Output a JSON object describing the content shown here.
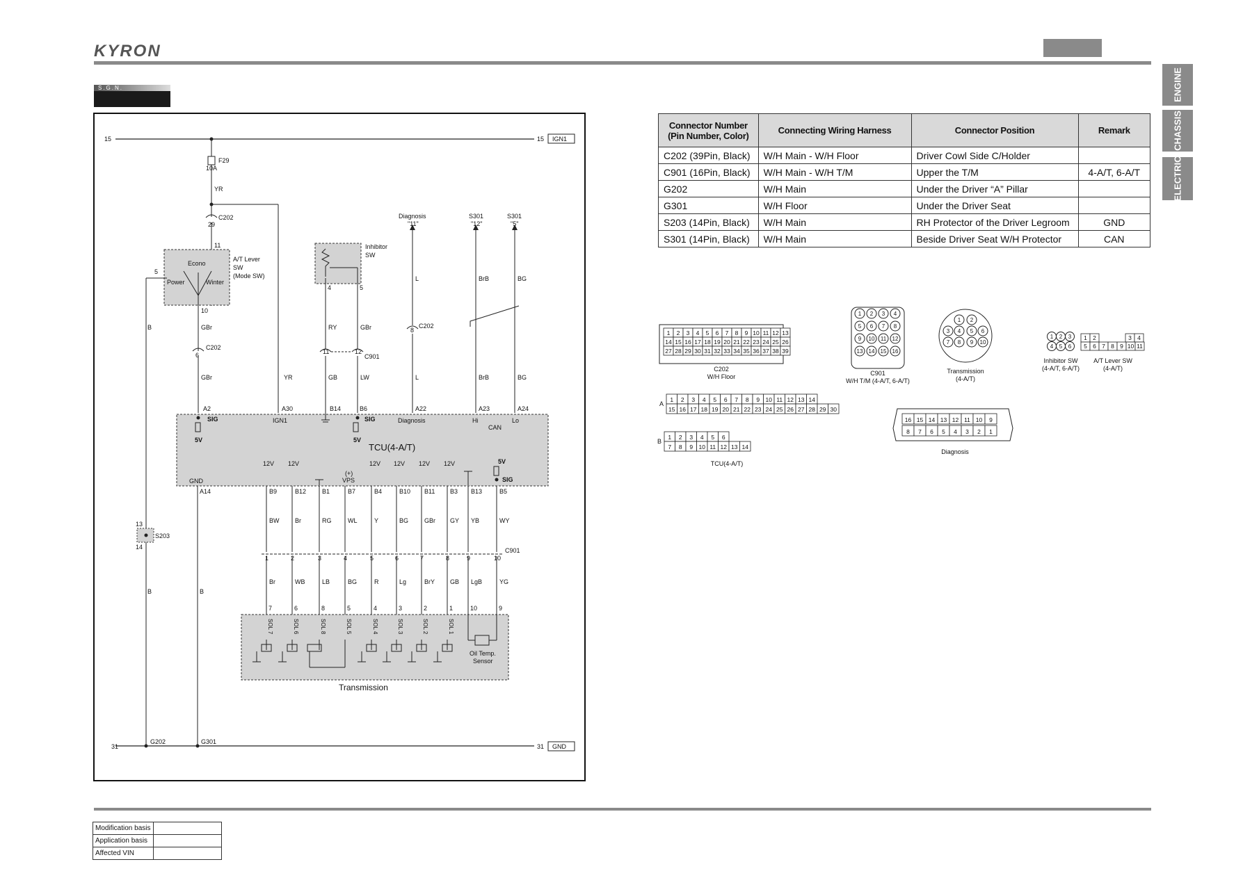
{
  "header": {
    "brand": "KYRON",
    "tag": "S.G.N."
  },
  "side_tabs": [
    "ENGINE",
    "CHASSIS",
    "ELECTRIC"
  ],
  "connector_table": {
    "headers": [
      "Connector Number (Pin Number, Color)",
      "Connecting Wiring Harness",
      "Connector Position",
      "Remark"
    ],
    "rows": [
      [
        "C202 (39Pin, Black)",
        "W/H Main - W/H Floor",
        "Driver Cowl Side C/Holder",
        ""
      ],
      [
        "C901 (16Pin, Black)",
        "W/H Main - W/H T/M",
        "Upper the T/M",
        "4-A/T, 6-A/T"
      ],
      [
        "G202",
        "W/H Main",
        "Under the Driver “A” Pillar",
        ""
      ],
      [
        "G301",
        "W/H Floor",
        "Under the Driver Seat",
        ""
      ],
      [
        "S203 (14Pin, Black)",
        "W/H Main",
        "RH Protector of the Driver Legroom",
        "GND"
      ],
      [
        "S301 (14Pin, Black)",
        "W/H Main",
        "Beside Driver Seat W/H Protector",
        "CAN"
      ]
    ]
  },
  "schematic": {
    "rail_top": {
      "num": "15",
      "label": "IGN1"
    },
    "rail_bottom": {
      "num": "31",
      "label": "GND"
    },
    "fuse": {
      "name": "F29",
      "rating": "10A"
    },
    "at_lever": {
      "title": [
        "A/T Lever",
        "SW",
        "(Mode SW)"
      ],
      "econo": "Econo",
      "power": "Power",
      "winter": "Winter"
    },
    "inhibitor": {
      "title": [
        "Inhibitor",
        "SW"
      ]
    },
    "diag_ref": [
      "Diagnosis",
      "\"11\""
    ],
    "s301_hi": [
      "S301",
      "\"12\""
    ],
    "s301_lo": [
      "S301",
      "\"5\""
    ],
    "tcu": {
      "title": "TCU(4-A/T)",
      "gnd": "GND",
      "ign1": "IGN1",
      "diagnosis": "Diagnosis",
      "hi": "Hi",
      "lo": "Lo",
      "can": "CAN",
      "vps": [
        "(+)",
        "VPS"
      ]
    },
    "transmission_title": "Transmission",
    "oil_sensor": [
      "Oil Temp.",
      "Sensor"
    ],
    "top_pins": [
      "A2",
      "A30",
      "B14",
      "B6",
      "A22",
      "A23",
      "A24"
    ],
    "bottom_pins": [
      "B9",
      "B12",
      "B1",
      "B7",
      "B4",
      "B10",
      "B11",
      "B3",
      "B13",
      "B5"
    ],
    "wires_upper": [
      "BW",
      "Br",
      "RG",
      "WL",
      "Y",
      "BG",
      "GBr",
      "GY",
      "YB",
      "WY"
    ],
    "wires_lower": [
      "Br",
      "WB",
      "LB",
      "BG",
      "R",
      "Lg",
      "BrY",
      "GB",
      "LgB",
      "YG"
    ],
    "c901_pins": [
      "1",
      "2",
      "3",
      "4",
      "5",
      "6",
      "7",
      "8",
      "9",
      "10"
    ],
    "tm_pins": [
      "7",
      "6",
      "8",
      "5",
      "4",
      "3",
      "2",
      "1",
      "10",
      "9"
    ],
    "solenoids": [
      "SOL 7",
      "SOL 6",
      "SOL 8",
      "SOL 5",
      "SOL 4",
      "SOL 3",
      "SOL 2",
      "SOL 1"
    ],
    "grounds": [
      "G202",
      "G301"
    ],
    "splice": "S203",
    "connectors": {
      "c202": "C202",
      "c901": "C901"
    }
  },
  "connector_views": {
    "c202": {
      "label": [
        "C202",
        "W/H Floor"
      ],
      "row1": [
        "1",
        "2",
        "3",
        "4",
        "5",
        "6",
        "7",
        "8",
        "9",
        "10",
        "11",
        "12",
        "13"
      ],
      "row2": [
        "14",
        "15",
        "16",
        "17",
        "18",
        "19",
        "20",
        "21",
        "22",
        "23",
        "24",
        "25",
        "26"
      ],
      "row3": [
        "27",
        "28",
        "29",
        "30",
        "31",
        "32",
        "33",
        "34",
        "35",
        "36",
        "37",
        "38",
        "39"
      ]
    },
    "c901": {
      "label": [
        "C901",
        "W/H T/M (4-A/T, 6-A/T)"
      ],
      "pins": [
        "1",
        "2",
        "3",
        "4",
        "5",
        "6",
        "7",
        "8",
        "9",
        "10",
        "11",
        "12",
        "13",
        "14",
        "15",
        "16"
      ]
    },
    "transmission": {
      "label": [
        "Transmission",
        "(4-A/T)"
      ],
      "pins": [
        "1",
        "2",
        "3",
        "4",
        "5",
        "6",
        "7",
        "8",
        "9",
        "10"
      ]
    },
    "inhibitor": {
      "label": [
        "Inhibitor SW",
        "(4-A/T, 6-A/T)"
      ],
      "pins": [
        "1",
        "2",
        "3",
        "4",
        "5",
        "6"
      ]
    },
    "at_lever": {
      "label": [
        "A/T Lever SW",
        "(4-A/T)"
      ],
      "row1": [
        "1",
        "2",
        "3",
        "4"
      ],
      "row2": [
        "5",
        "6",
        "7",
        "8",
        "9",
        "10",
        "11"
      ]
    },
    "tcu": {
      "label": "TCU(4-A/T)",
      "a": "A",
      "b": "B",
      "a_row1": [
        "1",
        "2",
        "3",
        "4",
        "5",
        "6",
        "7",
        "8",
        "9",
        "10",
        "11",
        "12",
        "13",
        "14"
      ],
      "a_row2": [
        "15",
        "16",
        "17",
        "18",
        "19",
        "20",
        "21",
        "22",
        "23",
        "24",
        "25",
        "26",
        "27",
        "28",
        "29",
        "30"
      ],
      "b_row1": [
        "1",
        "2",
        "3",
        "4",
        "5",
        "6"
      ],
      "b_row2": [
        "7",
        "8",
        "9",
        "10",
        "11",
        "12",
        "13",
        "14"
      ]
    },
    "diagnosis": {
      "label": "Diagnosis",
      "row1": [
        "16",
        "15",
        "14",
        "13",
        "12",
        "11",
        "10",
        "9"
      ],
      "row2": [
        "8",
        "7",
        "6",
        "5",
        "4",
        "3",
        "2",
        "1"
      ]
    }
  },
  "footer": {
    "rows": [
      "Modification basis",
      "Application basis",
      "Affected VIN"
    ]
  }
}
